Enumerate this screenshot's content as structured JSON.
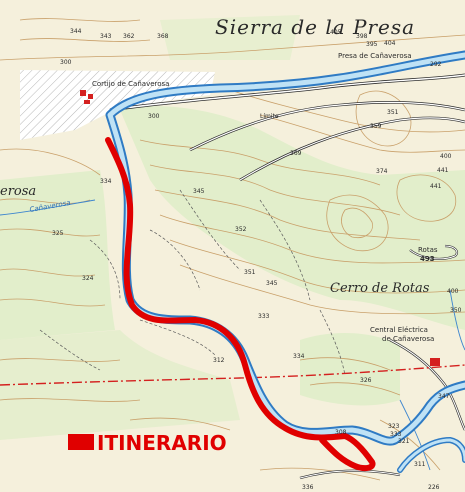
{
  "map": {
    "title": "Sierra de la Presa",
    "hill_label": "Cerro de Rotas",
    "place_labels": {
      "cortijo": "Cortijo de Cañaverosa",
      "presa": "Presa de Cañaverosa",
      "limite": "Límite",
      "central": "Central Eléctrica",
      "central2": "de Cañaverosa",
      "rotas": "Rotas",
      "rotas_alt": "493",
      "west_fragment": "erosa",
      "stream": "Cañaverosa"
    },
    "elevations": {
      "e344": "344",
      "e343": "343",
      "e362": "362",
      "e368": "368",
      "e405": "405",
      "e398": "398",
      "e395": "395",
      "e404": "404",
      "e292": "292",
      "e351": "351",
      "e359": "359",
      "e369": "369",
      "e374": "374",
      "e441": "441",
      "e441b": "441",
      "e334": "334",
      "e345": "345",
      "e352": "352",
      "e351b": "351",
      "e345b": "345",
      "e325": "325",
      "e324": "324",
      "e333": "333",
      "e312": "312",
      "e334b": "334",
      "e326": "326",
      "e308": "308",
      "e323": "323",
      "e321": "321",
      "e333b": "333",
      "e311": "311",
      "e347": "347",
      "e336": "336",
      "e226": "226"
    },
    "contour_index_labels": {
      "c300a": "300",
      "c300b": "300",
      "c350": "350",
      "c400": "400",
      "c400b": "400"
    },
    "legend": {
      "label": "ITINERARIO",
      "color": "#e00000"
    },
    "colors": {
      "land": "#f5f0dc",
      "forest": "#e2eecb",
      "contour": "#c9a06a",
      "river_outline": "#2f7bc4",
      "river_fill": "#bfe2f5",
      "route": "#e00000",
      "road": "#2d2d2d",
      "boundary": "#d4201f"
    }
  }
}
